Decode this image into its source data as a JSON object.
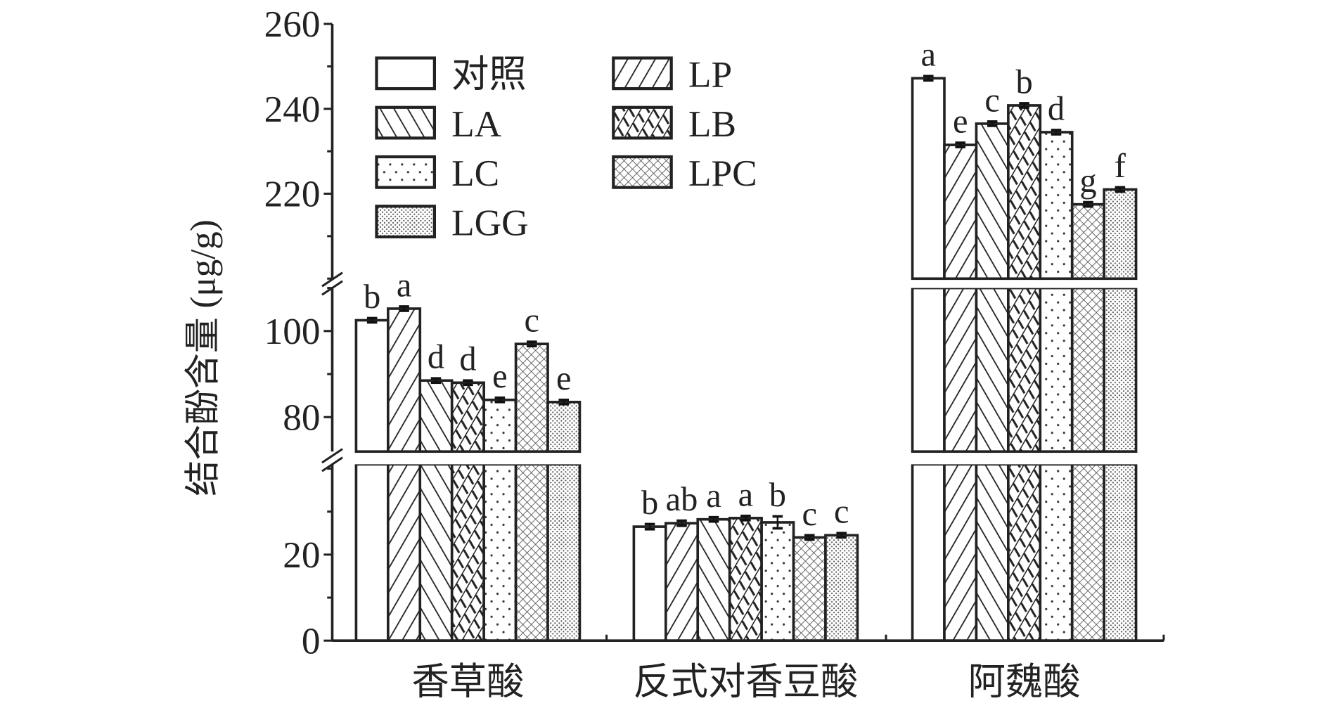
{
  "chart_data": {
    "type": "bar",
    "ylabel": "结合酚含量 (μg/g)",
    "xlabel": "",
    "categories": [
      "香草酸",
      "反式对香豆酸",
      "阿魏酸"
    ],
    "y_axis_breaks": [
      [
        41,
        72
      ],
      [
        110,
        200
      ]
    ],
    "y_segments": [
      {
        "range": [
          200,
          260
        ],
        "ticks": [
          220,
          240,
          260
        ]
      },
      {
        "range": [
          72,
          110
        ],
        "ticks": [
          80,
          100
        ]
      },
      {
        "range": [
          0,
          41
        ],
        "ticks": [
          0,
          20
        ]
      }
    ],
    "legend_position": "top-left",
    "series": [
      {
        "name": "对照",
        "pattern": "empty",
        "values": [
          102.5,
          26.5,
          247.2
        ],
        "errors": [
          0.5,
          0.6,
          0.5
        ],
        "letters": [
          "b",
          "b",
          "a"
        ]
      },
      {
        "name": "LP",
        "pattern": "forward-hatch",
        "values": [
          105.2,
          27.3,
          231.5
        ],
        "errors": [
          0.5,
          0.6,
          0.5
        ],
        "letters": [
          "a",
          "ab",
          "e"
        ]
      },
      {
        "name": "LA",
        "pattern": "back-hatch",
        "values": [
          88.5,
          28.2,
          236.5
        ],
        "errors": [
          0.5,
          0.5,
          0.5
        ],
        "letters": [
          "d",
          "a",
          "c"
        ]
      },
      {
        "name": "LB",
        "pattern": "cross-hatch",
        "values": [
          88.0,
          28.5,
          240.8
        ],
        "errors": [
          0.5,
          0.5,
          0.5
        ],
        "letters": [
          "d",
          "a",
          "b"
        ]
      },
      {
        "name": "LC",
        "pattern": "sparse-dots",
        "values": [
          84.0,
          27.5,
          234.5
        ],
        "errors": [
          0.5,
          1.4,
          0.5
        ],
        "letters": [
          "e",
          "b",
          "d"
        ]
      },
      {
        "name": "LPC",
        "pattern": "fine-cross",
        "values": [
          97.0,
          24.0,
          217.5
        ],
        "errors": [
          0.5,
          0.5,
          0.5
        ],
        "letters": [
          "c",
          "c",
          "g"
        ]
      },
      {
        "name": "LGG",
        "pattern": "dense-dots",
        "values": [
          83.5,
          24.5,
          221.0
        ],
        "errors": [
          0.5,
          0.5,
          0.5
        ],
        "letters": [
          "e",
          "c",
          "f"
        ]
      }
    ]
  }
}
